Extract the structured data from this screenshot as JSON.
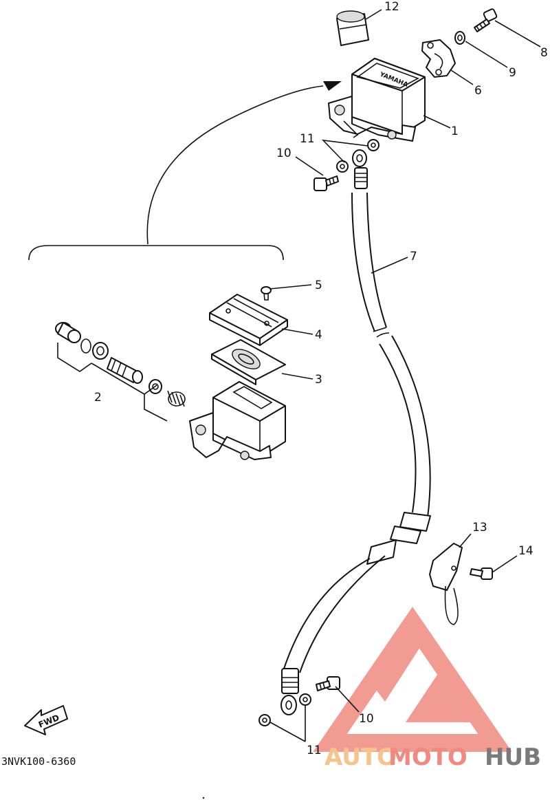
{
  "diagram": {
    "callouts": [
      {
        "id": "c1",
        "text": "1"
      },
      {
        "id": "c2",
        "text": "2"
      },
      {
        "id": "c3",
        "text": "3"
      },
      {
        "id": "c4",
        "text": "4"
      },
      {
        "id": "c5",
        "text": "5"
      },
      {
        "id": "c6",
        "text": "6"
      },
      {
        "id": "c7",
        "text": "7"
      },
      {
        "id": "c8",
        "text": "8"
      },
      {
        "id": "c9",
        "text": "9"
      },
      {
        "id": "c10a",
        "text": "10"
      },
      {
        "id": "c10b",
        "text": "10"
      },
      {
        "id": "c11a",
        "text": "11"
      },
      {
        "id": "c11b",
        "text": "11"
      },
      {
        "id": "c12",
        "text": "12"
      },
      {
        "id": "c13",
        "text": "13"
      },
      {
        "id": "c14",
        "text": "14"
      }
    ],
    "fwd_label": "FWD",
    "drawing_code": "3NVK100-6360",
    "reservoir_brand": "YAMAHA"
  },
  "watermark": {
    "part1": "AUTO",
    "part2": "MOTO",
    "part3": "HUB",
    "color1": "#f5c48a",
    "color2": "#f08a80",
    "color3": "#7a7a7a",
    "logo_color": "#f08a80"
  }
}
